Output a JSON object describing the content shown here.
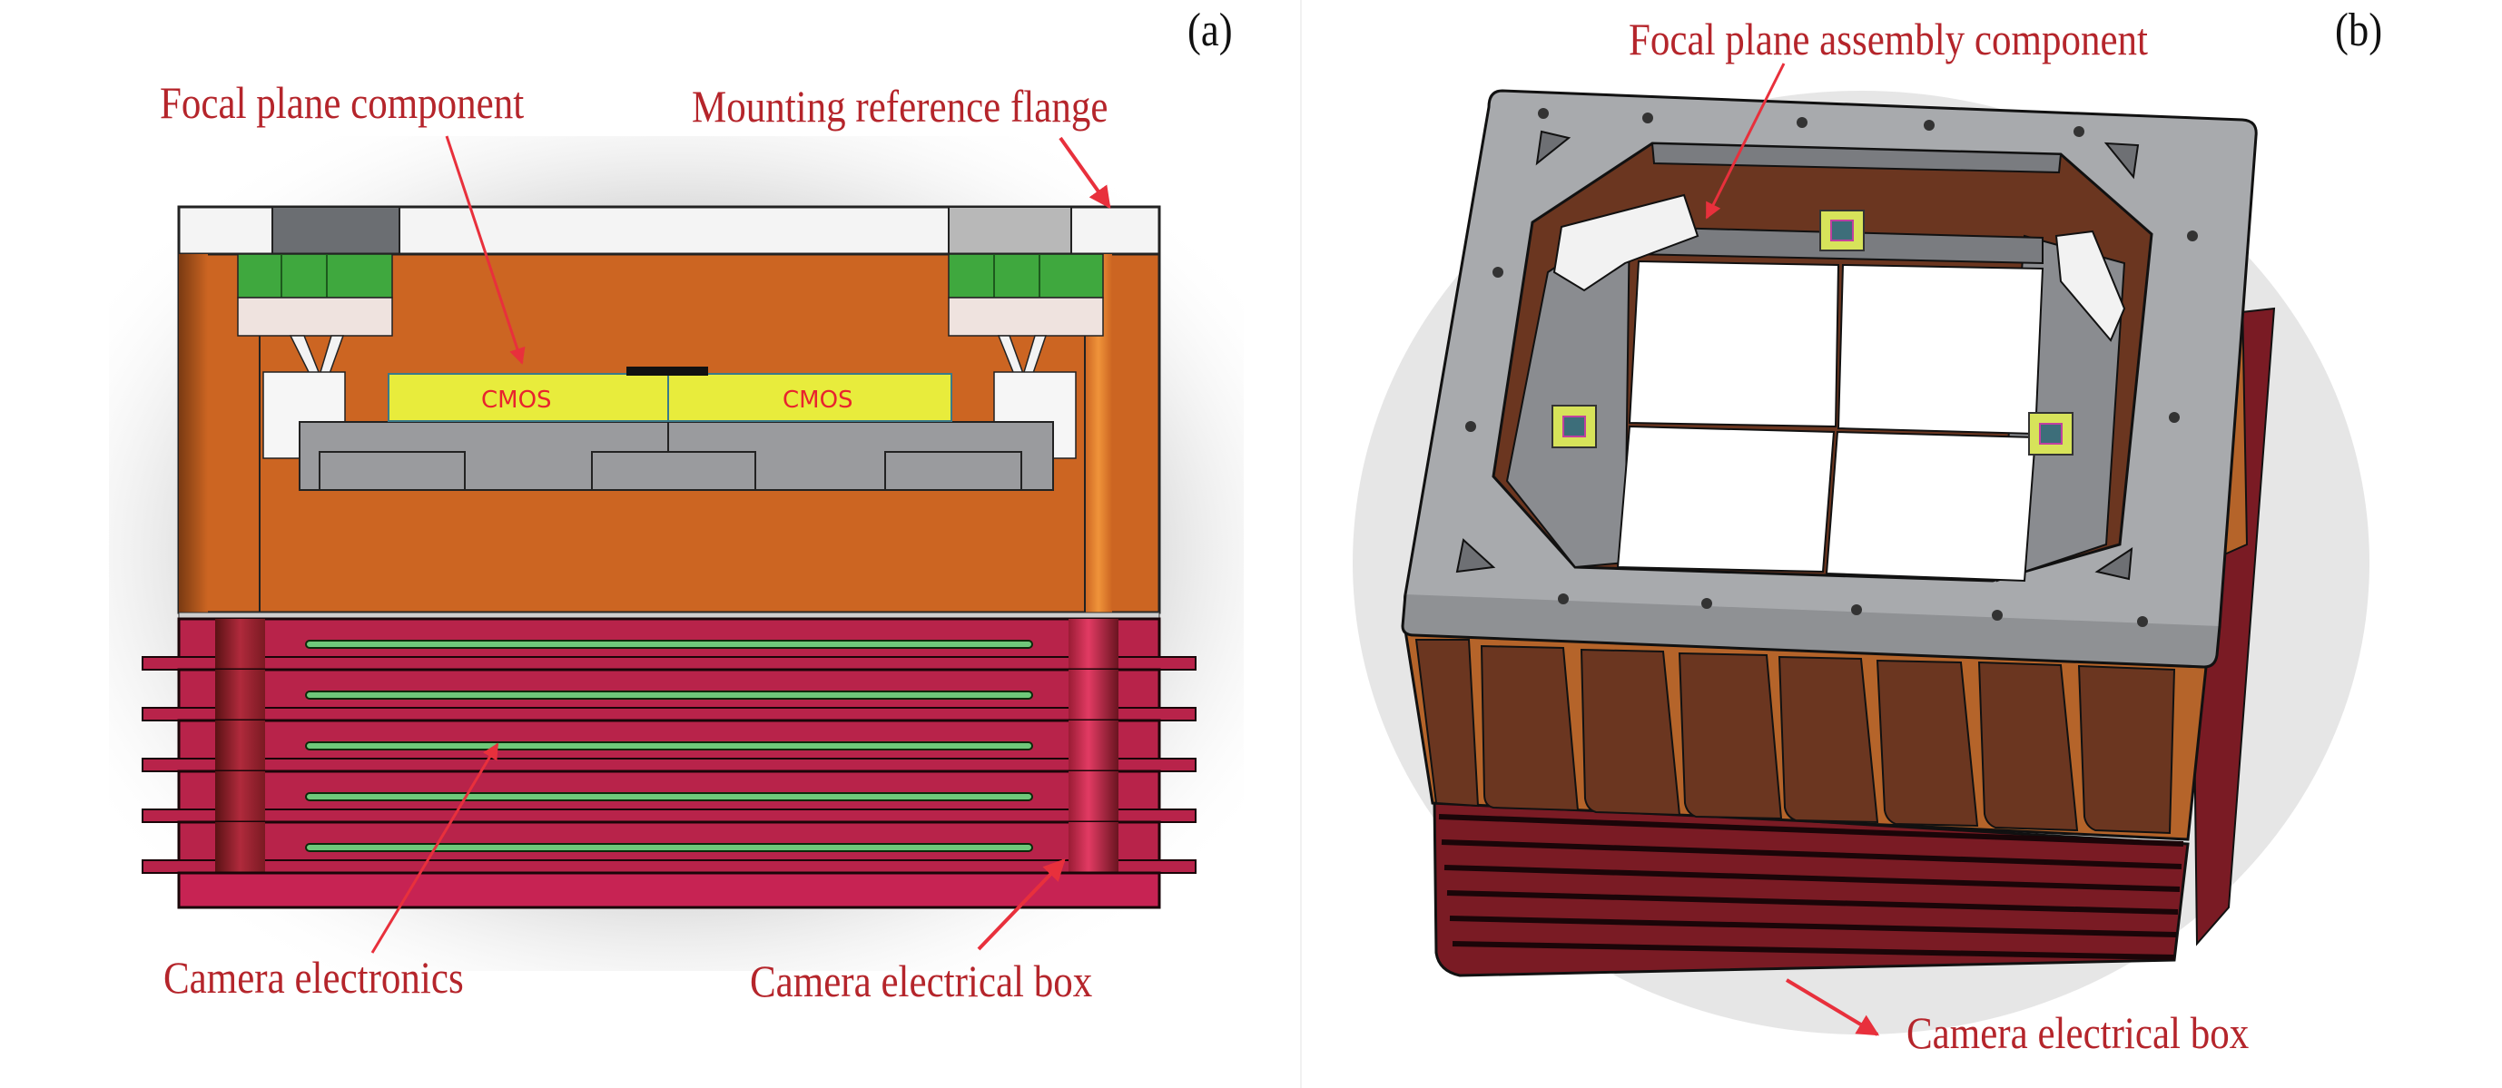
{
  "figure": {
    "panel_a": {
      "tag": "(a)",
      "labels": {
        "focal_plane_component": "Focal plane component",
        "mounting_reference_flange": "Mounting reference flange",
        "camera_electronics": "Camera electronics",
        "camera_electrical_box": "Camera electrical box"
      },
      "chip_labels": [
        "CMOS",
        "CMOS"
      ],
      "electronics_board_count": 5
    },
    "panel_b": {
      "tag": "(b)",
      "labels": {
        "focal_plane_assembly_component": "Focal plane assembly component",
        "camera_electrical_box": "Camera electrical box"
      },
      "detector_window_count": 4,
      "guide_chip_count": 3
    },
    "colors": {
      "label_red": "#b5252b",
      "arrow_red": "#e8303c",
      "housing_orange": "#cc6522",
      "electronics_crimson": "#b8234a",
      "pcb_green": "#6fc87a",
      "cmos_yellow": "#e8ec3c",
      "flange_gray": "#a8aaad",
      "box3d_brown": "#6b3620",
      "box3d_red": "#7a1b24"
    }
  }
}
